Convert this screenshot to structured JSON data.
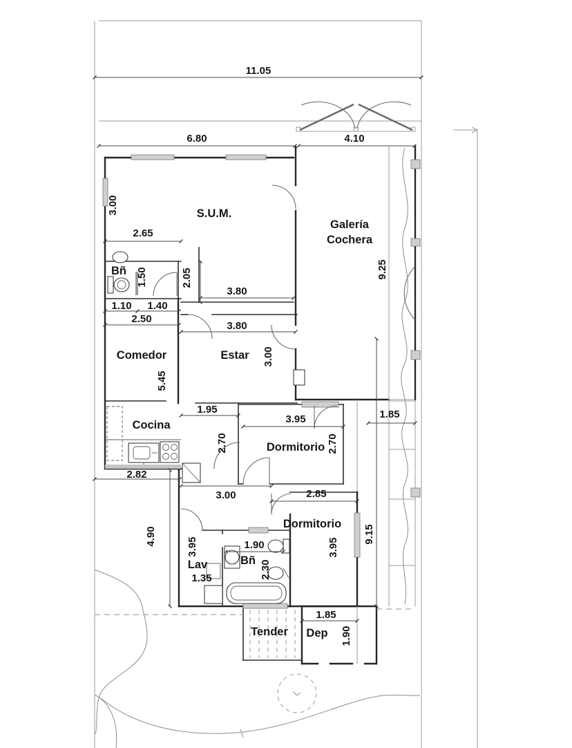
{
  "colors": {
    "background": "#ffffff",
    "ink": "#262626",
    "thin_line": "#9b9b9b",
    "window_fill": "#cfcfcf"
  },
  "site": {
    "lot_width": "11.05",
    "front_width_left": "6.80",
    "front_width_right": "4.10"
  },
  "rooms": {
    "sum": {
      "label": "S.U.M."
    },
    "galeria": {
      "label_line1": "Galería",
      "label_line2": "Cochera",
      "depth": "9.25"
    },
    "banio1": {
      "label": "Bñ",
      "width_a": "1.10",
      "width_b": "1.40",
      "depth": "1.50"
    },
    "comedor": {
      "label": "Comedor",
      "width": "2.50",
      "depth_with_cocina": "5.45"
    },
    "estar": {
      "label": "Estar",
      "width": "3.80",
      "depth": "3.00"
    },
    "cocina": {
      "label": "Cocina",
      "width_below": "2.82"
    },
    "hall": {
      "width": "1.95",
      "depth": "2.70"
    },
    "dormitorio1": {
      "label": "Dormitorio",
      "width": "3.95",
      "depth": "2.70"
    },
    "dormitorio2": {
      "label": "Dormitorio",
      "width": "2.85",
      "depth": "3.95"
    },
    "lavadero": {
      "label": "Lav",
      "width": "1.35",
      "depth": "3.95"
    },
    "banio2": {
      "label": "Bñ",
      "width": "1.90",
      "depth": "2.30"
    },
    "tender": {
      "label": "Tender"
    },
    "deposito": {
      "label": "Dep",
      "width": "1.85",
      "depth": "1.90"
    }
  },
  "dims": {
    "sum_left_height": "3.00",
    "sum_inner_width": "2.65",
    "sum_hall_depth": "2.05",
    "sum_bottom_width": "3.80",
    "passage_width": "3.00",
    "side_patio_width": "1.85",
    "garden_depth": "4.90",
    "east_wing_depth": "9.15"
  }
}
